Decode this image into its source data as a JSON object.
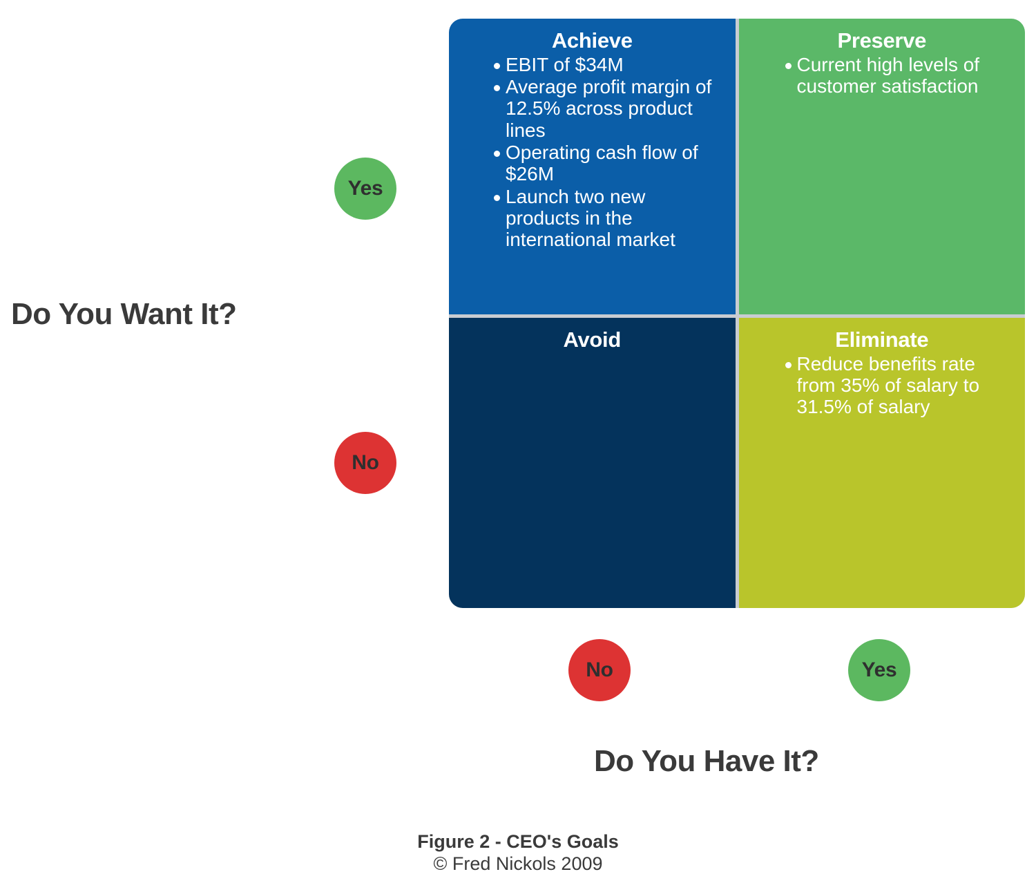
{
  "axes": {
    "vertical_title": "Do You Want It?",
    "horizontal_title": "Do You Have It?",
    "vertical_markers": [
      {
        "label": "Yes",
        "color": "#5cb860"
      },
      {
        "label": "No",
        "color": "#dd3333"
      }
    ],
    "horizontal_markers": [
      {
        "label": "No",
        "color": "#dd3333"
      },
      {
        "label": "Yes",
        "color": "#5cb860"
      }
    ]
  },
  "matrix": {
    "quadrants": [
      {
        "key": "achieve",
        "title": "Achieve",
        "color": "#0b5ea8",
        "items": [
          "EBIT of $34M",
          "Average profit margin of 12.5% across product lines",
          "Operating cash flow of $26M",
          "Launch two new products in the international market"
        ]
      },
      {
        "key": "preserve",
        "title": "Preserve",
        "color": "#5bb868",
        "items": [
          "Current high levels of customer satisfaction"
        ]
      },
      {
        "key": "avoid",
        "title": "Avoid",
        "color": "#04335c",
        "items": []
      },
      {
        "key": "eliminate",
        "title": "Eliminate",
        "color": "#b9c52b",
        "items": [
          "Reduce benefits rate from 35% of salary to 31.5% of salary"
        ]
      }
    ]
  },
  "caption": {
    "line1": "Figure 2 - CEO's Goals",
    "line2": "© Fred Nickols 2009"
  }
}
